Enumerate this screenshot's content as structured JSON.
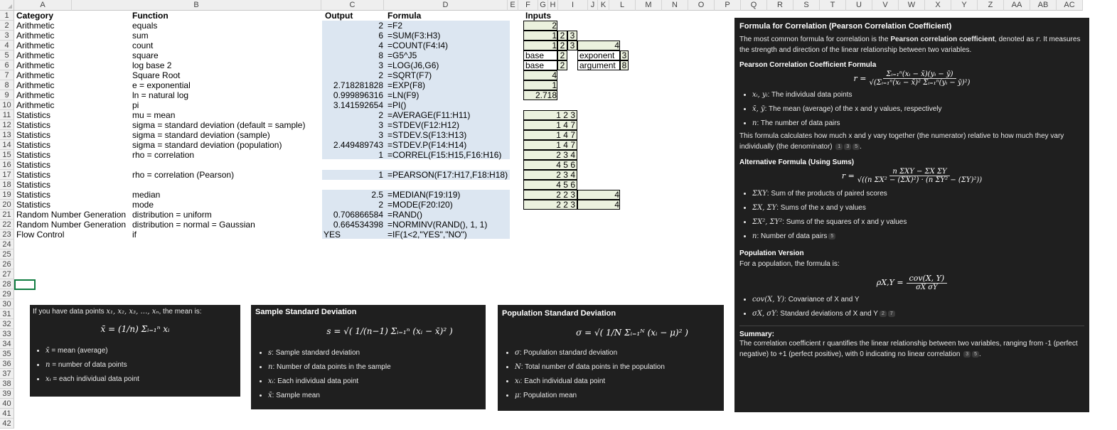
{
  "columns": [
    "A",
    "B",
    "C",
    "D",
    "E",
    "F",
    "G",
    "H",
    "I",
    "J",
    "K",
    "L",
    "M",
    "N",
    "O",
    "P",
    "Q",
    "R",
    "S",
    "T",
    "U",
    "V",
    "W",
    "X",
    "Y",
    "Z",
    "AA",
    "AB",
    "AC"
  ],
  "rows": [
    "1",
    "2",
    "3",
    "4",
    "5",
    "6",
    "7",
    "8",
    "9",
    "10",
    "11",
    "12",
    "13",
    "14",
    "15",
    "16",
    "17",
    "18",
    "19",
    "20",
    "21",
    "22",
    "23",
    "24",
    "25",
    "26",
    "27",
    "28",
    "29",
    "30",
    "31",
    "32",
    "33",
    "34",
    "35",
    "36",
    "37",
    "38",
    "39",
    "40",
    "41",
    "42"
  ],
  "headers": {
    "category": "Category",
    "function": "Function",
    "output": "Output",
    "formula": "Formula",
    "inputs": "Inputs"
  },
  "table": [
    {
      "row": 2,
      "category": "Arithmetic",
      "function": "equals",
      "output": "2",
      "formula": "=F2"
    },
    {
      "row": 3,
      "category": "Arithmetic",
      "function": "sum",
      "output": "6",
      "formula": "=SUM(F3:H3)"
    },
    {
      "row": 4,
      "category": "Arithmetic",
      "function": "count",
      "output": "4",
      "formula": "=COUNT(F4:I4)"
    },
    {
      "row": 5,
      "category": "Arithmetic",
      "function": "square",
      "output": "8",
      "formula": "=G5^J5"
    },
    {
      "row": 6,
      "category": "Arithmetic",
      "function": "log base 2",
      "output": "3",
      "formula": "=LOG(J6,G6)"
    },
    {
      "row": 7,
      "category": "Arithmetic",
      "function": "Square Root",
      "output": "2",
      "formula": "=SQRT(F7)"
    },
    {
      "row": 8,
      "category": "Arithmetic",
      "function": "e = exponential",
      "output": "2.718281828",
      "formula": "=EXP(F8)"
    },
    {
      "row": 9,
      "category": "Arithmetic",
      "function": "ln = natural log",
      "output": "0.999896316",
      "formula": "=LN(F9)"
    },
    {
      "row": 10,
      "category": "Arithmetic",
      "function": "pi",
      "output": "3.141592654",
      "formula": "=PI()"
    },
    {
      "row": 11,
      "category": "Statistics",
      "function": "mu = mean",
      "output": "2",
      "formula": "=AVERAGE(F11:H11)"
    },
    {
      "row": 12,
      "category": "Statistics",
      "function": "sigma = standard deviation (default = sample)",
      "output": "3",
      "formula": "=STDEV(F12:H12)"
    },
    {
      "row": 13,
      "category": "Statistics",
      "function": "sigma = standard deviation (sample)",
      "output": "3",
      "formula": "=STDEV.S(F13:H13)"
    },
    {
      "row": 14,
      "category": "Statistics",
      "function": "sigma = standard deviation (population)",
      "output": "2.449489743",
      "formula": "=STDEV.P(F14:H14)"
    },
    {
      "row": 15,
      "category": "Statistics",
      "function": "rho = correlation",
      "output": "1",
      "formula": "=CORREL(F15:H15,F16:H16)"
    },
    {
      "row": 16,
      "category": "Statistics",
      "function": "",
      "output": "",
      "formula": ""
    },
    {
      "row": 17,
      "category": "Statistics",
      "function": "rho = correlation (Pearson)",
      "output": "1",
      "formula": "=PEARSON(F17:H17,F18:H18)"
    },
    {
      "row": 18,
      "category": "Statistics",
      "function": "",
      "output": "",
      "formula": ""
    },
    {
      "row": 19,
      "category": "Statistics",
      "function": "median",
      "output": "2.5",
      "formula": "=MEDIAN(F19:I19)"
    },
    {
      "row": 20,
      "category": "Statistics",
      "function": "mode",
      "output": "2",
      "formula": "=MODE(F20:I20)"
    },
    {
      "row": 21,
      "category": "Random Number Generation",
      "function": "distribution = uniform",
      "output": "0.706866584",
      "formula": "=RAND()"
    },
    {
      "row": 22,
      "category": "Random Number Generation",
      "function": "distribution = normal = Gaussian",
      "output": "0.664534398",
      "formula": "=NORMINV(RAND(), 1, 1)"
    },
    {
      "row": 23,
      "category": "Flow Control",
      "function": "if",
      "output": "YES",
      "formula": "=IF(1<2,\"YES\",\"NO\")"
    }
  ],
  "inputs": {
    "r2": "2",
    "r3": [
      "1",
      "2",
      "3"
    ],
    "r4": [
      "1",
      "2",
      "3",
      "4"
    ],
    "r5": {
      "base_label": "base",
      "base": "2",
      "exp_label": "exponent",
      "exp": "3"
    },
    "r6": {
      "base_label": "base",
      "base": "2",
      "arg_label": "argument",
      "arg": "8"
    },
    "r7": "4",
    "r8": "1",
    "r9": "2.718",
    "r11": "1 2 3",
    "r12": "1 4 7",
    "r13": "1 4 7",
    "r14": "1 4 7",
    "r15": "2 3 4",
    "r16": "4 5 6",
    "r17": "2 3 4",
    "r18": "4 5 6",
    "r19": {
      "vals": "2 2 3",
      "extra": "4"
    },
    "r20": {
      "vals": "2 2 3",
      "extra": "4"
    }
  },
  "panel_mean": {
    "intro_pre": "If you have data points ",
    "intro_math": "x₁, x₂, x₃, …, xₙ",
    "intro_post": ", the mean is:",
    "formula": "x̄ = (1/n) Σᵢ₌₁ⁿ xᵢ",
    "bullets": [
      {
        "sym": "x̄",
        "text": " = mean (average)"
      },
      {
        "sym": "n",
        "text": " = number of data points"
      },
      {
        "sym": "xᵢ",
        "text": " = each individual data point"
      }
    ]
  },
  "panel_sample_sd": {
    "title": "Sample Standard Deviation",
    "formula": "s = √( 1/(n−1) Σᵢ₌₁ⁿ (xᵢ − x̄)² )",
    "bullets": [
      {
        "sym": "s",
        "text": ": Sample standard deviation"
      },
      {
        "sym": "n",
        "text": ": Number of data points in the sample"
      },
      {
        "sym": "xᵢ",
        "text": ": Each individual data point"
      },
      {
        "sym": "x̄",
        "text": ": Sample mean"
      }
    ]
  },
  "panel_pop_sd": {
    "title": "Population Standard Deviation",
    "formula": "σ = √( 1/N Σᵢ₌₁ᴺ (xᵢ − μ)² )",
    "bullets": [
      {
        "sym": "σ",
        "text": ": Population standard deviation"
      },
      {
        "sym": "N",
        "text": ": Total number of data points in the population"
      },
      {
        "sym": "xᵢ",
        "text": ": Each individual data point"
      },
      {
        "sym": "μ",
        "text": ": Population mean"
      }
    ]
  },
  "panel_corr": {
    "title": "Formula for Correlation (Pearson Correlation Coefficient)",
    "intro_1": "The most common formula for correlation is the ",
    "intro_bold": "Pearson correlation coefficient",
    "intro_2": ", denoted as ",
    "intro_sym": "r",
    "intro_3": ". It measures the strength and direction of the linear relationship between two variables.",
    "h1": "Pearson Correlation Coefficient Formula",
    "f1_lhs": "r =",
    "f1_num": "Σᵢ₌₁ⁿ(xᵢ − x̄)(yᵢ − ȳ)",
    "f1_den": "√(Σᵢ₌₁ⁿ(xᵢ − x̄)² Σᵢ₌₁ⁿ(yᵢ − ȳ)²)",
    "b1": [
      {
        "sym": "xᵢ, yᵢ",
        "text": ": The individual data points"
      },
      {
        "sym": "x̄, ȳ",
        "text": ": The mean (average) of the x and y values, respectively"
      },
      {
        "sym": "n",
        "text": ": The number of data pairs"
      }
    ],
    "p1": "This formula calculates how much x and y vary together (the numerator) relative to how much they vary individually (the denominator)",
    "p1_cites": [
      "1",
      "3",
      "5"
    ],
    "h2": "Alternative Formula (Using Sums)",
    "f2_lhs": "r =",
    "f2_num": "n ΣXY − ΣX ΣY",
    "f2_den": "√((n ΣX² − (ΣX)²) · (n ΣY² − (ΣY)²))",
    "b2": [
      {
        "sym": "ΣXY",
        "text": ": Sum of the products of paired scores"
      },
      {
        "sym": "ΣX, ΣY",
        "text": ": Sums of the x and y values"
      },
      {
        "sym": "ΣX², ΣY²",
        "text": ": Sums of the squares of x and y values"
      },
      {
        "sym": "n",
        "text": ": Number of data pairs"
      }
    ],
    "b2_cite": "5",
    "h3": "Population Version",
    "p3": "For a population, the formula is:",
    "f3_lhs": "ρX,Y =",
    "f3_num": "cov(X, Y)",
    "f3_den": "σX σY",
    "b3": [
      {
        "sym": "cov(X, Y)",
        "text": ": Covariance of X and Y"
      },
      {
        "sym": "σX, σY",
        "text": ": Standard deviations of X and Y"
      }
    ],
    "b3_cites": [
      "2",
      "7"
    ],
    "h4": "Summary:",
    "p4": "The correlation coefficient r quantifies the linear relationship between two variables, ranging from -1 (perfect negative) to +1 (perfect positive), with 0 indicating no linear correlation",
    "p4_cites": [
      "3",
      "5"
    ]
  }
}
